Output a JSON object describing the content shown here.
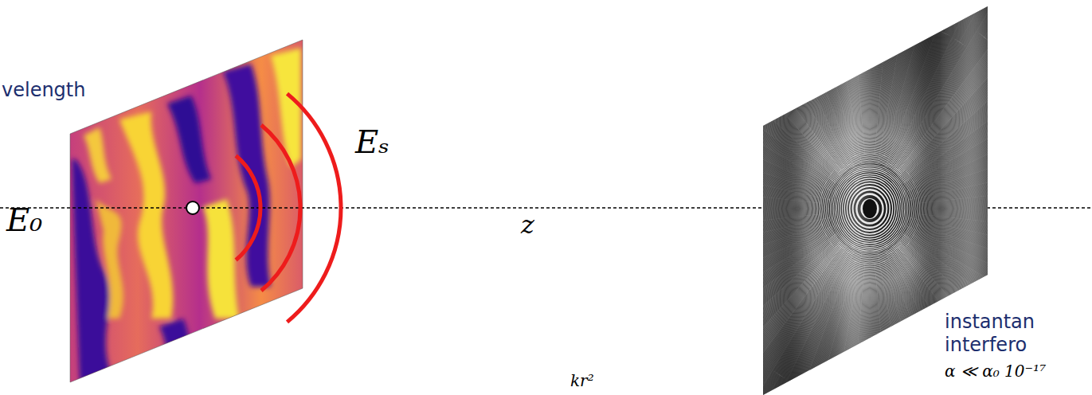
{
  "diagram": {
    "labels": [
      "velength",
      "Eₛ",
      "E₀",
      "z",
      "kr²",
      "instantan",
      "interfero",
      "α ≪ α₀ 10⁻¹⁷"
    ]
  }
}
